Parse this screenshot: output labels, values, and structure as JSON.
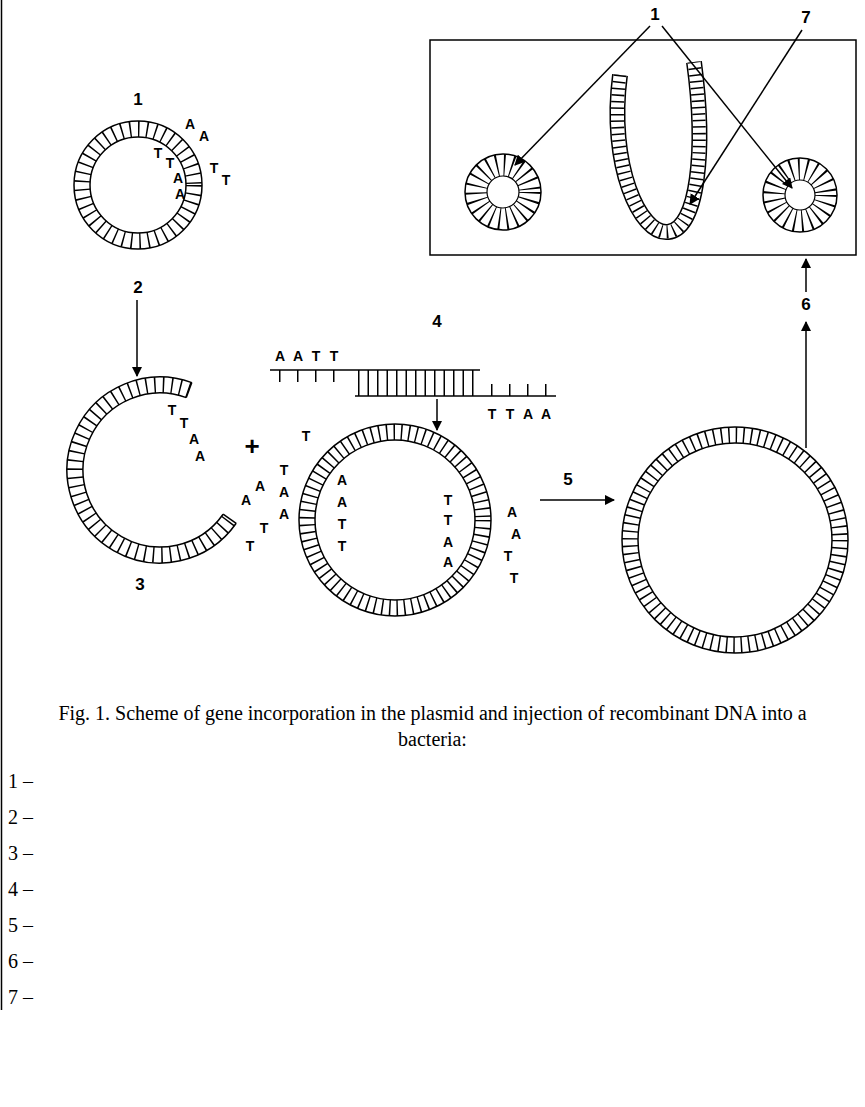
{
  "diagram": {
    "caption": "Fig. 1. Scheme of gene incorporation in the plasmid and injection of recombinant DNA into a bacteria:",
    "labels": [
      "1",
      "7",
      "1",
      "A",
      "A",
      "T",
      "T",
      "A",
      "A",
      "T",
      "T",
      "2",
      "6",
      "4",
      "A",
      "A",
      "T",
      "T",
      "T",
      "T",
      "A",
      "A",
      "T",
      "T",
      "A",
      "A",
      "T",
      "+",
      "T",
      "5",
      "A",
      "A",
      "A",
      "A",
      "A",
      "A",
      "T",
      "T",
      "T",
      "T",
      "T",
      "A",
      "A",
      "A",
      "A",
      "T",
      "T",
      "T",
      "3",
      "1 –",
      "2 –",
      "3 –",
      "4 –",
      "5 –",
      "6 –",
      "7 –"
    ]
  }
}
